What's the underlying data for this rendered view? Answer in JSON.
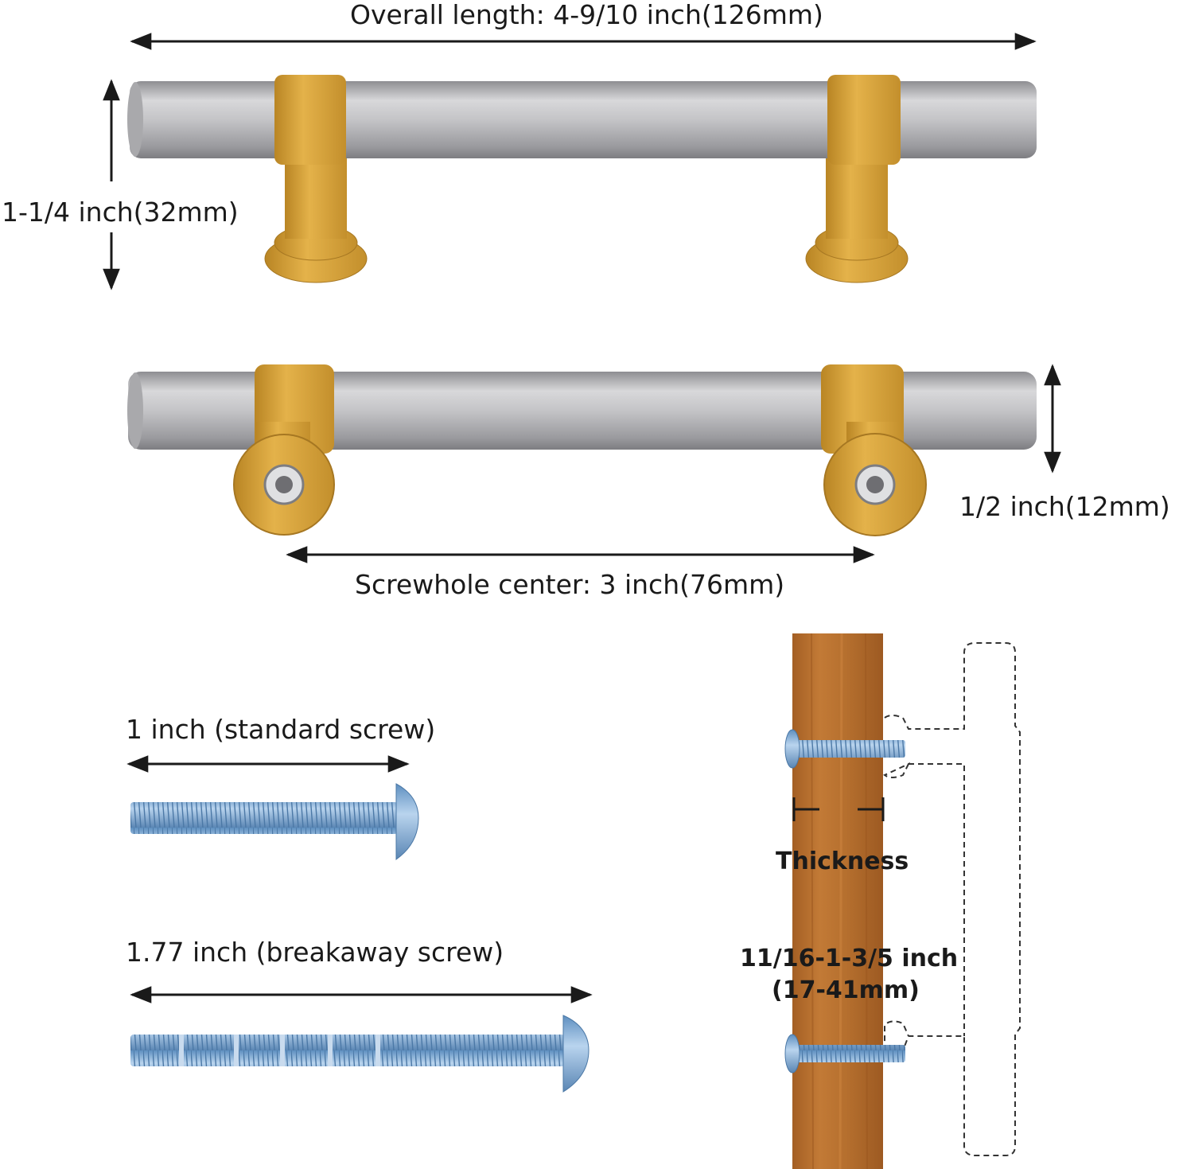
{
  "colors": {
    "bar_silver": "#b9b9bc",
    "gold": "#d9a53a",
    "gold_dark": "#b8862a",
    "wood": "#b8702f",
    "screw_blue": "#8fb6da",
    "arrow": "#1a1a1a"
  },
  "labels": {
    "overall_length": "Overall length: 4-9/10 inch(126mm)",
    "height": "1-1/4 inch(32mm)",
    "diameter": "1/2 inch(12mm)",
    "screwhole_center": "Screwhole center: 3 inch(76mm)",
    "standard_screw": "1 inch (standard screw)",
    "breakaway_screw": "1.77 inch (breakaway screw)",
    "thickness": "Thickness",
    "thickness_range_line1": "11/16-1-3/5 inch",
    "thickness_range_line2": "(17-41mm)"
  }
}
